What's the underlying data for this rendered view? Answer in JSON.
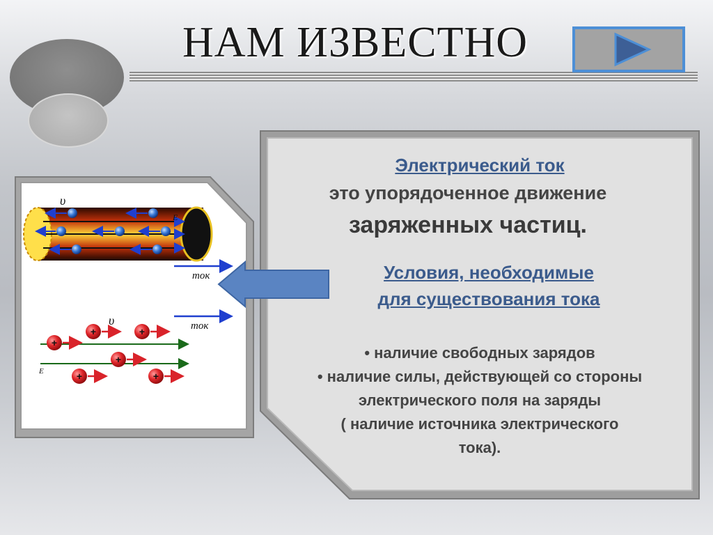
{
  "slide": {
    "title": "НАМ  ИЗВЕСТНО",
    "nav_button_icon": "play-triangle-icon"
  },
  "definition": {
    "term": "Электрический ток",
    "line1": "это упорядоченное движение",
    "line2": "заряженных частиц."
  },
  "conditions": {
    "heading_line1": "Условия, необходимые",
    "heading_line2": "для существования тока",
    "bullet1": "• наличие свободных зарядов",
    "bullet2": "• наличие силы, действующей со стороны",
    "bullet2_cont": "электрического поля на заряды",
    "bullet3": "( наличие источника электрического",
    "bullet3_cont": "тока)."
  },
  "diagram": {
    "label_v_top": "υ",
    "label_E_top": "E",
    "label_current_top": "ток",
    "label_v_bottom": "υ",
    "label_current_bottom": "ток",
    "label_E_bottom": "E",
    "charge_sign": "+"
  },
  "colors": {
    "accent_blue": "#4d8fd6",
    "heading_blue": "#3b5b8c",
    "arrow_blue": "#5a84c2",
    "charge_red": "#d9232a"
  }
}
